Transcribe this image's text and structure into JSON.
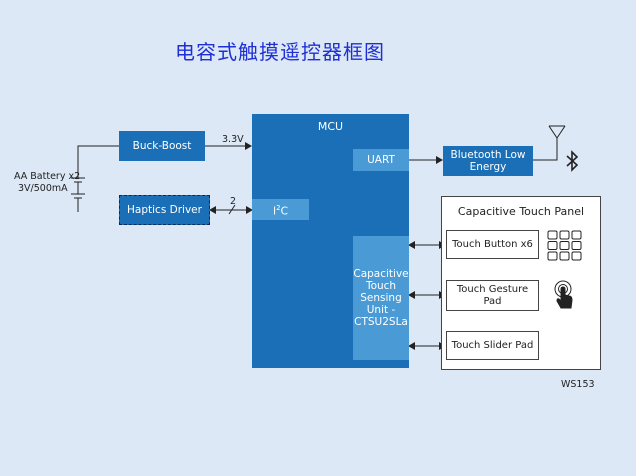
{
  "title": "电容式触摸遥控器框图",
  "power": {
    "battery_line1": "AA Battery x2",
    "battery_line2": "3V/500mA",
    "voltage": "3.3V"
  },
  "blocks": {
    "buck_boost": "Buck-Boost",
    "haptics": "Haptics Driver",
    "bus_width": "2",
    "mcu": "MCU",
    "i2c_prefix": "I",
    "i2c_sup": "2",
    "i2c_suffix": "C",
    "uart": "UART",
    "ctsu": "Capacitive Touch Sensing Unit - CTSU2SLa",
    "bluetooth": "Bluetooth Low Energy"
  },
  "panel": {
    "title": "Capacitive Touch Panel",
    "button": "Touch Button x6",
    "gesture": "Touch Gesture Pad",
    "slider": "Touch Slider Pad"
  },
  "icons": [
    "antenna-icon",
    "bluetooth-icon",
    "keypad-grid-icon",
    "touch-hand-icon"
  ],
  "code": "WS153",
  "colors": {
    "background": "#dce8f5",
    "title": "#1f2fd6",
    "block_dark": "#1a6fb6",
    "block_light": "#4a9ad6"
  }
}
